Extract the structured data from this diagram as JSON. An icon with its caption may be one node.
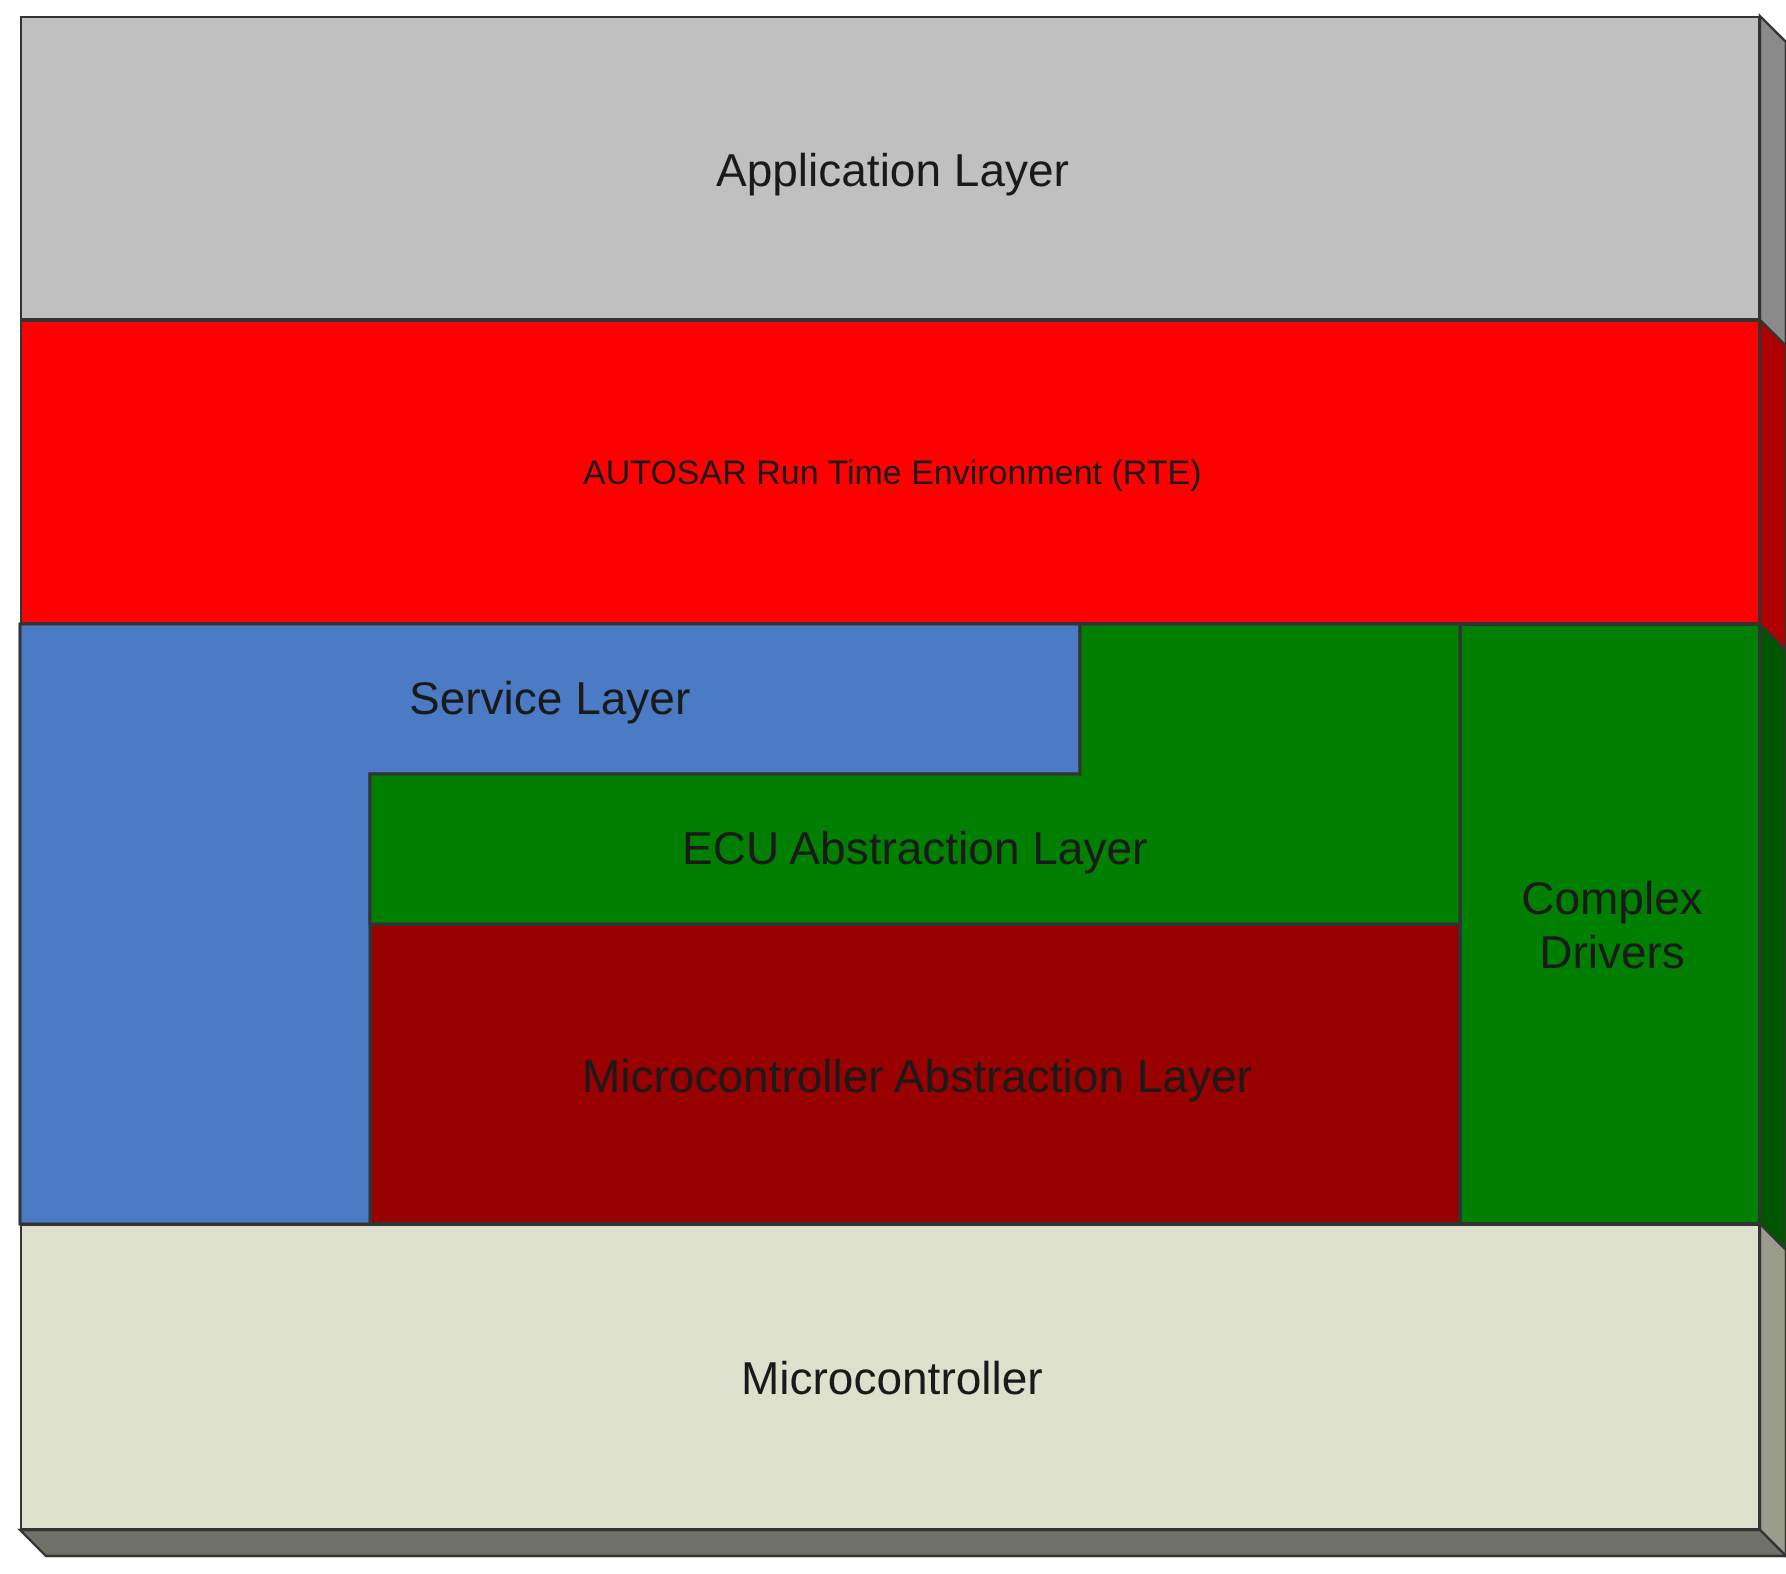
{
  "diagram": {
    "nodes": [
      {
        "text": [
          "Application Layer"
        ]
      },
      {
        "text": [
          "AUTOSAR Run Time Environment (RTE)"
        ]
      },
      {
        "text": [
          "Service Layer"
        ]
      },
      {
        "text": [
          "ECU Abstraction Layer"
        ]
      },
      {
        "text": [
          "Microcontroller Abstraction Layer"
        ]
      },
      {
        "text": [
          "Complex Drivers"
        ]
      },
      {
        "text": [
          "Microcontroller"
        ]
      }
    ],
    "edges": []
  }
}
